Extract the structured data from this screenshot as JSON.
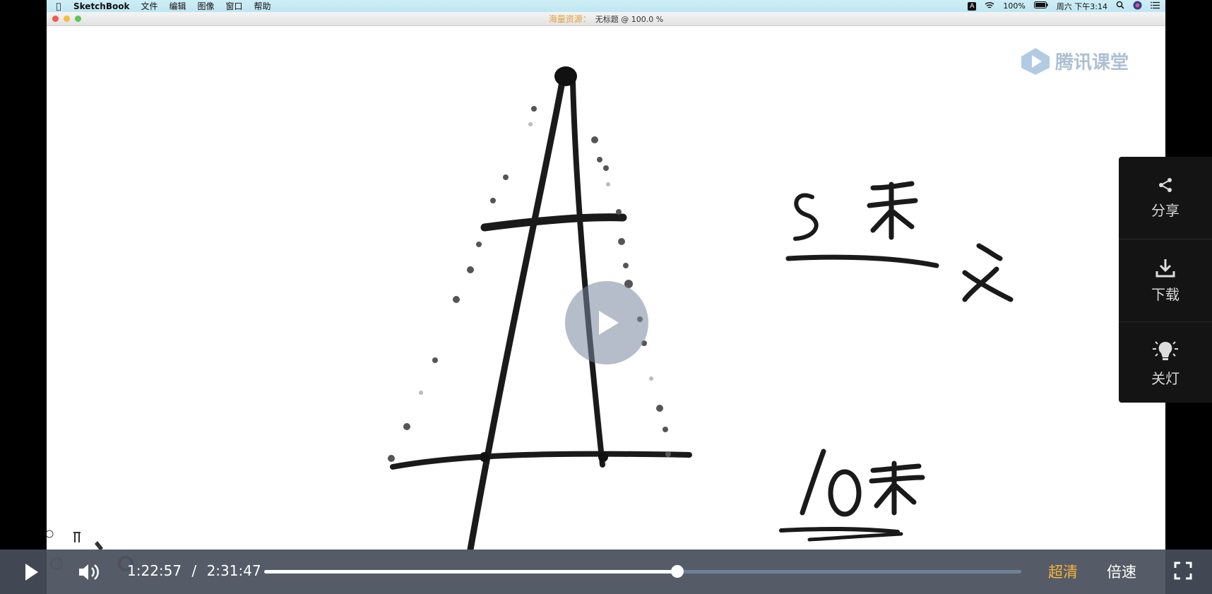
{
  "menubar": {
    "app_name": "SketchBook",
    "menus": [
      "文件",
      "编辑",
      "图像",
      "窗口",
      "帮助"
    ],
    "input_indicator": "A",
    "battery": "100%",
    "clock": "周六 下午3:14"
  },
  "window": {
    "title_prefix": "海量资源：",
    "title": "无标题 @ 100.0 %"
  },
  "watermark": "腾讯课堂",
  "side_panel": {
    "items": [
      {
        "label": "分享",
        "icon": "share-icon"
      },
      {
        "label": "下载",
        "icon": "download-icon"
      },
      {
        "label": "关灯",
        "icon": "lightbulb-icon"
      }
    ]
  },
  "player": {
    "current_time": "1:22:57",
    "separator": "/",
    "duration": "2:31:47",
    "progress_fraction": 0.546,
    "quality_label": "超清",
    "speed_label": "倍速",
    "quality_color": "#f5b53c"
  }
}
